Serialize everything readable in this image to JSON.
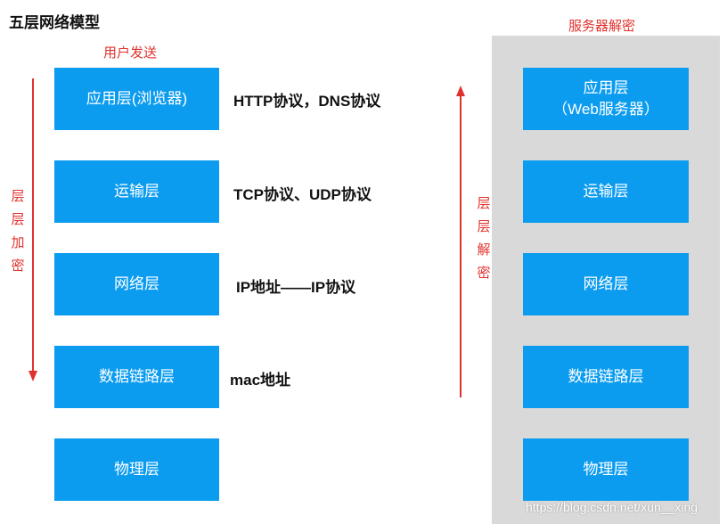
{
  "title": "五层网络模型",
  "left": {
    "label": "用户发送",
    "layers": [
      "应用层(浏览器)",
      "运输层",
      "网络层",
      "数据链路层",
      "物理层"
    ],
    "direction_label": "层层加密"
  },
  "protocols": [
    "HTTP协议，DNS协议",
    "TCP协议、UDP协议",
    "IP地址——IP协议",
    "mac地址"
  ],
  "right": {
    "label": "服务器解密",
    "layers": [
      "应用层\n（Web服务器）",
      "运输层",
      "网络层",
      "数据链路层",
      "物理层"
    ],
    "direction_label": "层层解密"
  },
  "watermark": "https://blog.csdn.net/xun__xing",
  "colors": {
    "box": "#0b9cf0",
    "accent_red": "#e0322d",
    "panel_gray": "#d9d9d9"
  }
}
